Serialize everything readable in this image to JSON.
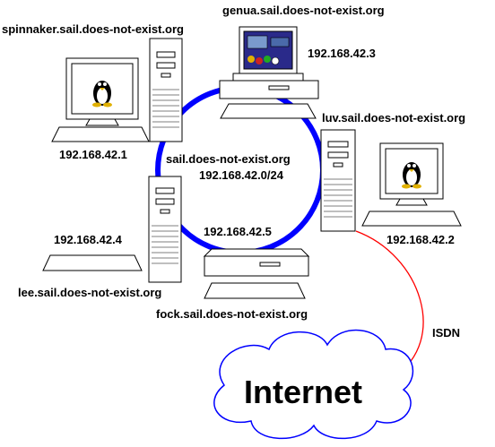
{
  "network": {
    "name": "sail.does-not-exist.org",
    "subnet": "192.168.42.0/24"
  },
  "hosts": {
    "spinnaker": {
      "hostname": "spinnaker.sail.does-not-exist.org",
      "ip": "192.168.42.1"
    },
    "genua": {
      "hostname": "genua.sail.does-not-exist.org",
      "ip": "192.168.42.3"
    },
    "luv": {
      "hostname": "luv.sail.does-not-exist.org",
      "ip": "192.168.42.2"
    },
    "lee": {
      "hostname": "lee.sail.does-not-exist.org",
      "ip": "192.168.42.4"
    },
    "fock": {
      "hostname": "fock.sail.does-not-exist.org",
      "ip": "192.168.42.5"
    }
  },
  "wan": {
    "link_label": "ISDN",
    "cloud_label": "Internet"
  },
  "icons": {
    "monitor_icon": "tux-penguin-icon",
    "desktop_icon": "desktop-window-icon"
  },
  "colors": {
    "ring": "#0000ff",
    "isdn_link": "#ff0000",
    "line": "#000000",
    "background": "#ffffff",
    "desktop_screen": "#2a2a8a"
  }
}
